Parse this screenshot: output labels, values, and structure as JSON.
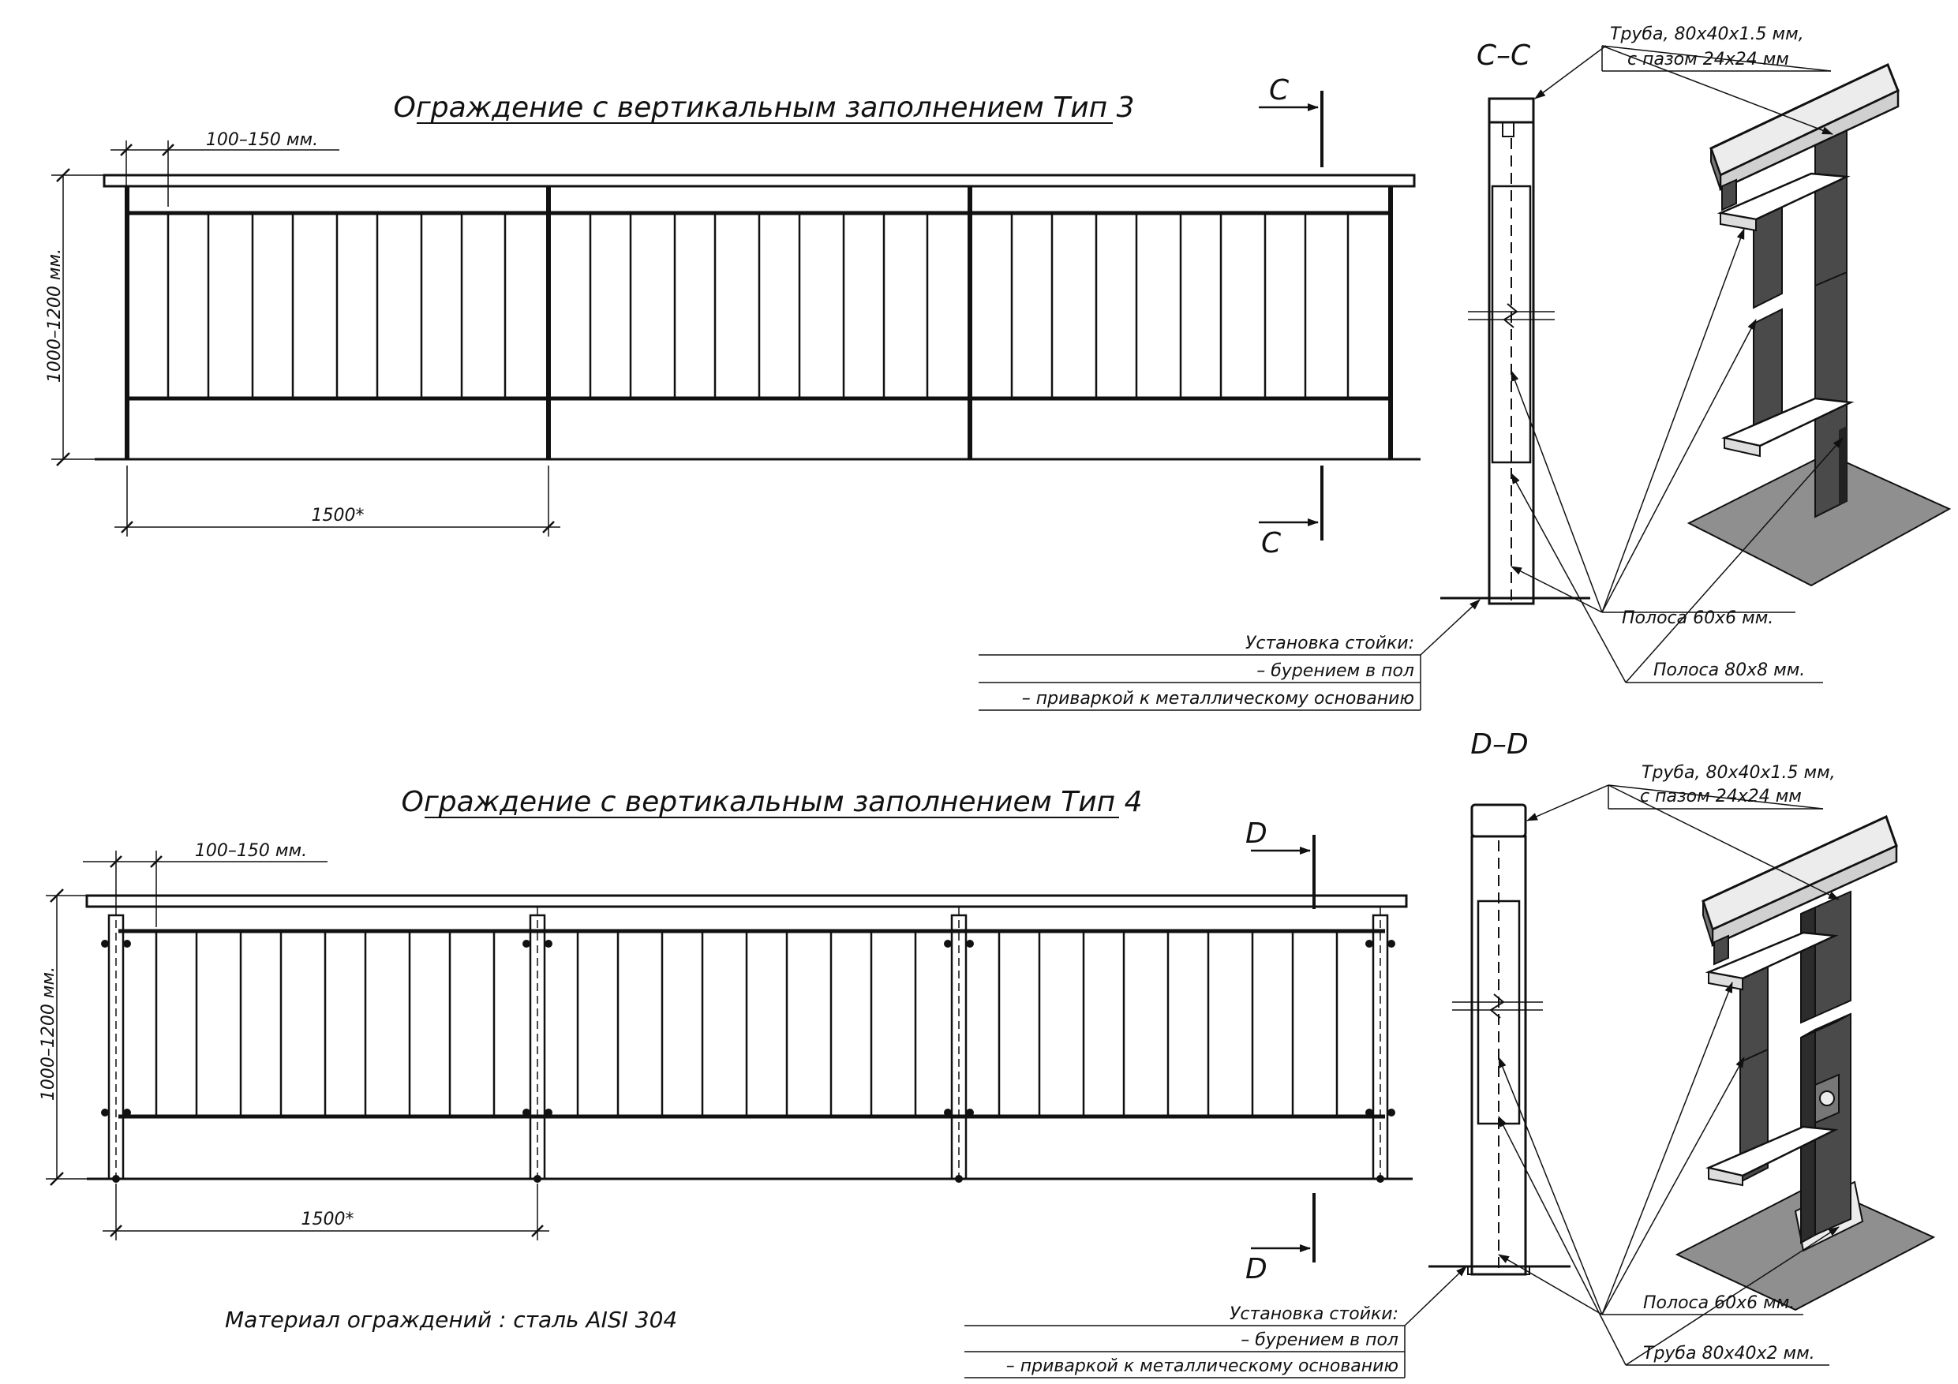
{
  "colors": {
    "ink": "#111111",
    "plate": "#8f8f8f",
    "strip": "#4a4a4a",
    "cap": "#ececec",
    "paper": "#ffffff"
  },
  "type3": {
    "title": "Ограждение с вертикальным заполнением Тип 3",
    "gap_dim": "100–150 мм.",
    "height_dim": "1000–1200 мм.",
    "span_dim": "1500*",
    "section_mark": "C",
    "section_title": "C–C",
    "callout_pipe_line1": "Труба, 80х40х1.5 мм,",
    "callout_pipe_line2": "с пазом 24х24 мм",
    "callout_strip_60": "Полоса 60х6 мм.",
    "callout_post": "Полоса 80х8 мм.",
    "install_title": "Установка стойки:",
    "install_1": "– бурением в пол",
    "install_2": "– приваркой к металлическому основанию"
  },
  "type4": {
    "title": "Ограждение с вертикальным заполнением Тип 4",
    "gap_dim": "100–150 мм.",
    "height_dim": "1000–1200 мм.",
    "span_dim": "1500*",
    "section_mark": "D",
    "section_title": "D–D",
    "callout_pipe_line1": "Труба, 80х40х1.5 мм,",
    "callout_pipe_line2": "с пазом 24х24 мм",
    "callout_strip_60": "Полоса 60х6 мм.",
    "callout_post": "Труба 80х40х2 мм.",
    "install_title": "Установка стойки:",
    "install_1": "– бурением в пол",
    "install_2": "– приваркой к металлическому основанию"
  },
  "material_note": "Материал ограждений : сталь AISI 304"
}
